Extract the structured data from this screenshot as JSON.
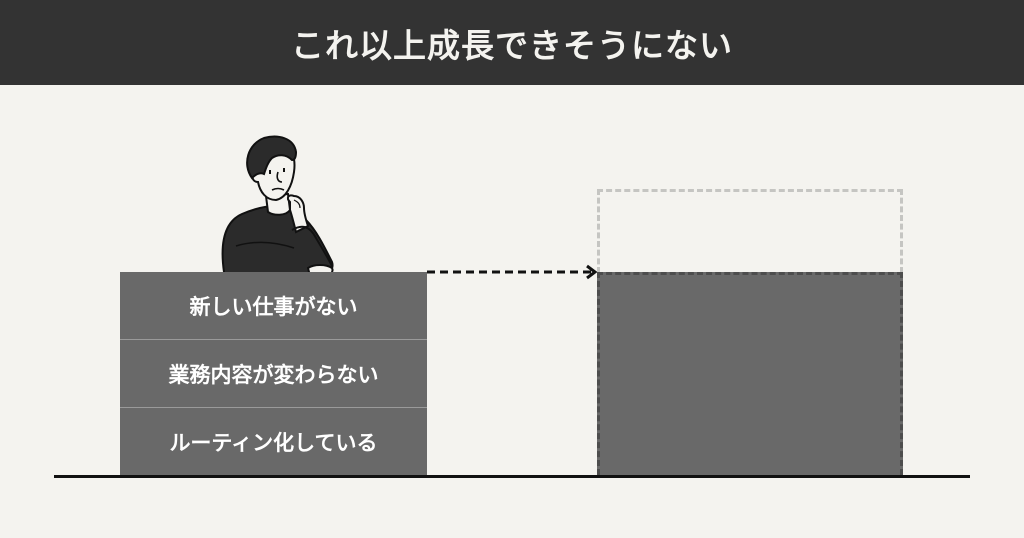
{
  "header": {
    "title": "これ以上成長できそうにない"
  },
  "current_stack": {
    "items": [
      {
        "label": "新しい仕事がない"
      },
      {
        "label": "業務内容が変わらない"
      },
      {
        "label": "ルーティン化している"
      }
    ]
  },
  "illustration": {
    "subject": "thinking-man-icon",
    "description": "man resting hand on chin, leaning on stack"
  },
  "arrow": {
    "style": "dashed",
    "direction": "right"
  },
  "target": {
    "ghost_box_label": "",
    "filled_box_label": ""
  },
  "colors": {
    "header_bg": "#333333",
    "page_bg": "#f4f3ef",
    "block_fill": "#696969",
    "ghost_border": "#c5c5c2",
    "ground_line": "#111111",
    "text_light": "#ffffff"
  }
}
